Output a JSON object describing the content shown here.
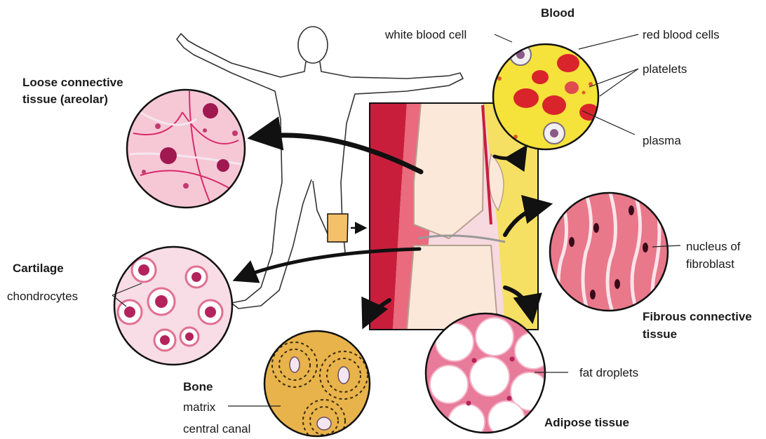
{
  "titles": {
    "blood": "Blood",
    "loose_line1": "Loose connective",
    "loose_line2": "tissue (areolar)",
    "cartilage": "Cartilage",
    "fibrous_line1": "Fibrous connective",
    "fibrous_line2": "tissue",
    "bone": "Bone",
    "adipose": "Adipose tissue"
  },
  "labels": {
    "white_blood_cell": "white blood cell",
    "red_blood_cells": "red blood cells",
    "platelets": "platelets",
    "plasma": "plasma",
    "nucleus_line1": "nucleus of",
    "nucleus_line2": "fibroblast",
    "chondrocytes": "chondrocytes",
    "matrix": "matrix",
    "central_canal": "central canal",
    "fat_droplets": "fat droplets"
  },
  "colors": {
    "outline": "#111111",
    "blood_plasma": "#f5e23a",
    "red_cell": "#d9242b",
    "tissue_pink": "#f2b8c6",
    "nucleus": "#a01850",
    "bone_yellow": "#e8b34a",
    "muscle_red": "#c81e3c",
    "bone_cream": "#fbe8d8",
    "highlight_orange": "#f5c06a"
  }
}
